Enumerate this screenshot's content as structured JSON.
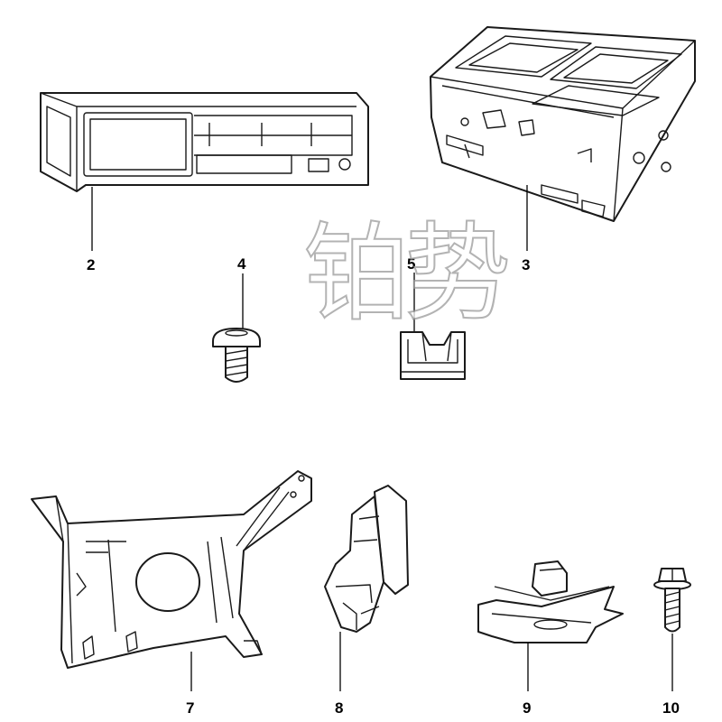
{
  "diagram": {
    "parts": [
      {
        "label": "2",
        "name": "cd-changer-unit"
      },
      {
        "label": "3",
        "name": "mounting-cage"
      },
      {
        "label": "4",
        "name": "screw"
      },
      {
        "label": "5",
        "name": "clip-nut"
      },
      {
        "label": "7",
        "name": "support-bracket"
      },
      {
        "label": "8",
        "name": "holder"
      },
      {
        "label": "9",
        "name": "spring-nut"
      },
      {
        "label": "10",
        "name": "flange-bolt"
      }
    ],
    "watermark": "铂势"
  }
}
